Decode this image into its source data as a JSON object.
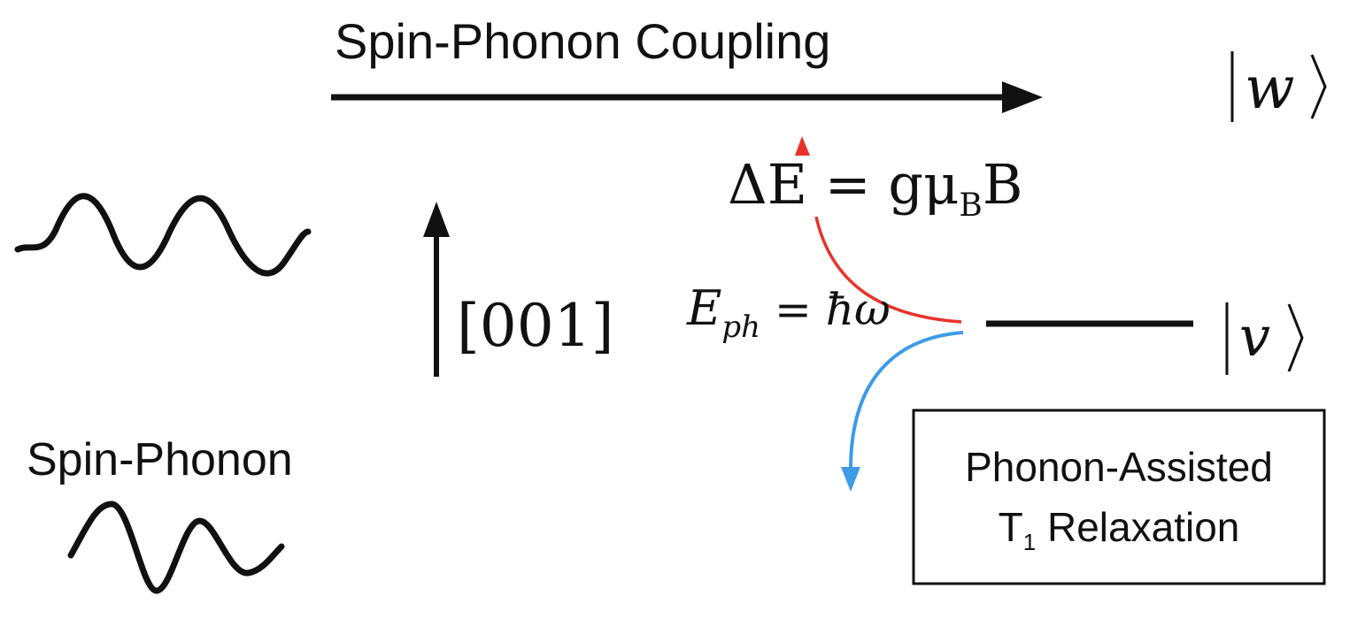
{
  "title": "Spin-Phonon Coupling",
  "states": {
    "upper": "w",
    "lower": "v"
  },
  "energy_splitting": {
    "prefix": "ΔE = gμ",
    "subscript": "B",
    "suffix": "B"
  },
  "phonon_energy": {
    "base": "E",
    "subscript": "ph",
    "rest": " = ħω"
  },
  "direction_label": "[001]",
  "left_label": "Spin-Phonon",
  "relaxation_box": {
    "line1": "Phonon-Assisted",
    "line2_prefix": "T",
    "line2_subscript": "1",
    "line2_suffix": " Relaxation"
  },
  "colors": {
    "absorption_arrow": "#e8332a",
    "relaxation_arrow": "#3d9be9",
    "ink": "#111111"
  }
}
